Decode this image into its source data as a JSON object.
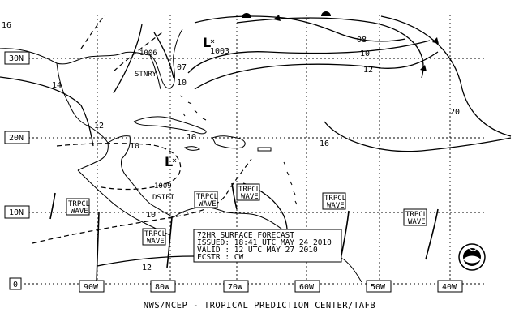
{
  "map": {
    "footer": "NWS/NCEP - TROPICAL PREDICTION CENTER/TAFB",
    "issuance_box": {
      "line1": "72HR SURFACE FORECAST",
      "line2": "ISSUED: 18:41 UTC MAY 24 2010",
      "line3": "VALID : 12 UTC MAY 27 2010",
      "line4": "FCSTR : CW"
    },
    "lat_labels": [
      "30N",
      "20N",
      "10N",
      "0"
    ],
    "lon_labels": [
      "90W",
      "80W",
      "70W",
      "60W",
      "50W",
      "40W"
    ],
    "corner_number": "16",
    "isobar_labels": [
      "08",
      "10",
      "12",
      "14",
      "12",
      "10",
      "10",
      "10",
      "12",
      "16",
      "20",
      "07",
      "10"
    ],
    "lows": [
      {
        "symbol": "L",
        "pressure": "1003"
      },
      {
        "symbol": "L",
        "pressure": "1009"
      }
    ],
    "low_labels": [
      "1006",
      "STNRY",
      "1009",
      "DSIPT"
    ],
    "wave_labels": [
      {
        "line1": "TRPCL",
        "line2": "WAVE"
      },
      {
        "line1": "TRPCL",
        "line2": "WAVE"
      },
      {
        "line1": "TRPCL",
        "line2": "WAVE"
      },
      {
        "line1": "TRPCL",
        "line2": "WAVE"
      },
      {
        "line1": "TRPCL",
        "line2": "WAVE"
      },
      {
        "line1": "TRPCL",
        "line2": "WAVE"
      }
    ],
    "logo": "NOAA"
  }
}
